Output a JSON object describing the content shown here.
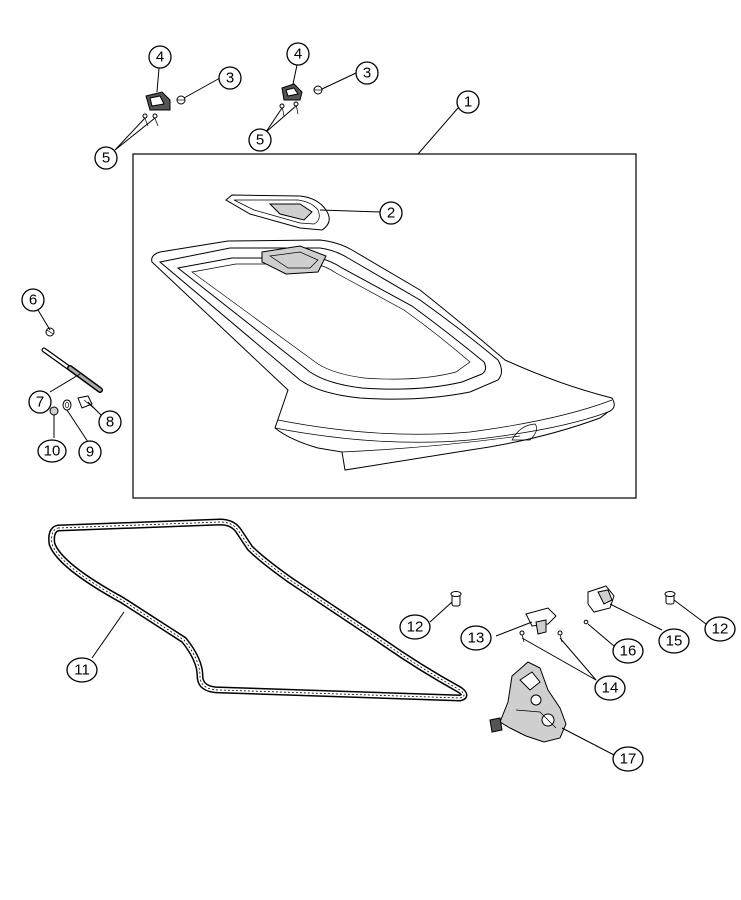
{
  "callouts": [
    {
      "id": "c1",
      "label": "1"
    },
    {
      "id": "c2",
      "label": "2"
    },
    {
      "id": "c3a",
      "label": "3"
    },
    {
      "id": "c3b",
      "label": "3"
    },
    {
      "id": "c4a",
      "label": "4"
    },
    {
      "id": "c4b",
      "label": "4"
    },
    {
      "id": "c5a",
      "label": "5"
    },
    {
      "id": "c5b",
      "label": "5"
    },
    {
      "id": "c6",
      "label": "6"
    },
    {
      "id": "c7",
      "label": "7"
    },
    {
      "id": "c8",
      "label": "8"
    },
    {
      "id": "c9",
      "label": "9"
    },
    {
      "id": "c10",
      "label": "10"
    },
    {
      "id": "c11",
      "label": "11"
    },
    {
      "id": "c12a",
      "label": "12"
    },
    {
      "id": "c12b",
      "label": "12"
    },
    {
      "id": "c13",
      "label": "13"
    },
    {
      "id": "c14",
      "label": "14"
    },
    {
      "id": "c15",
      "label": "15"
    },
    {
      "id": "c16",
      "label": "16"
    },
    {
      "id": "c17",
      "label": "17"
    }
  ]
}
